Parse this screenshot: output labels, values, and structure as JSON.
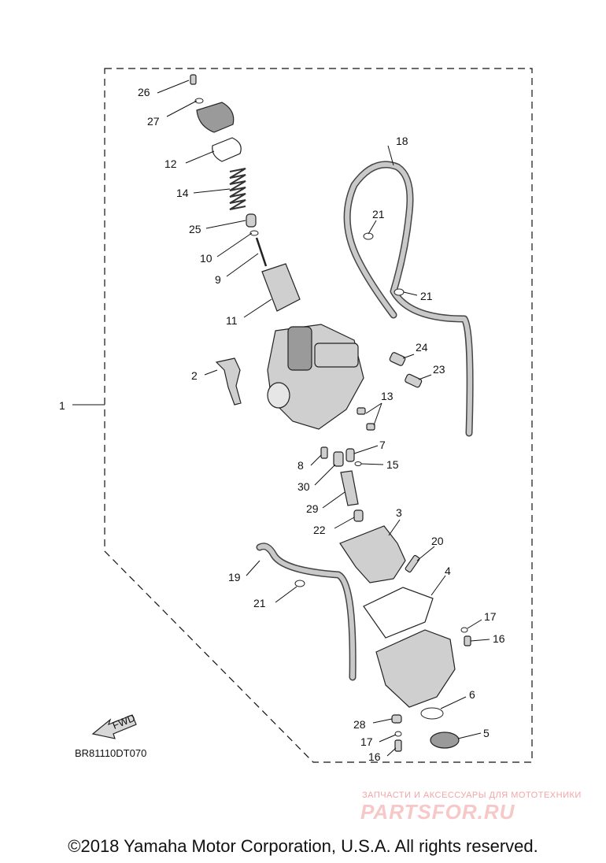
{
  "diagram": {
    "callouts": {
      "c1": "1",
      "c2": "2",
      "c3": "3",
      "c4": "4",
      "c5": "5",
      "c6": "6",
      "c7": "7",
      "c8": "8",
      "c9": "9",
      "c10": "10",
      "c11": "11",
      "c12": "12",
      "c13": "13",
      "c14": "14",
      "c15": "15",
      "c16a": "16",
      "c16b": "16",
      "c17a": "17",
      "c17b": "17",
      "c18": "18",
      "c19": "19",
      "c20": "20",
      "c21a": "21",
      "c21b": "21",
      "c21c": "21",
      "c22": "22",
      "c23": "23",
      "c24": "24",
      "c25": "25",
      "c26": "26",
      "c27": "27",
      "c28": "28",
      "c29": "29",
      "c30": "30"
    },
    "fwd_label": "FWD",
    "drawing_code": "BR81110DT070",
    "copyright": "©2018 Yamaha Motor Corporation, U.S.A. All rights reserved.",
    "watermark_line1": "ЗАПЧАСТИ И АКСЕССУАРЫ ДЛЯ МОТОТЕХНИКИ",
    "watermark_line2": "PARTSFOR.RU"
  }
}
